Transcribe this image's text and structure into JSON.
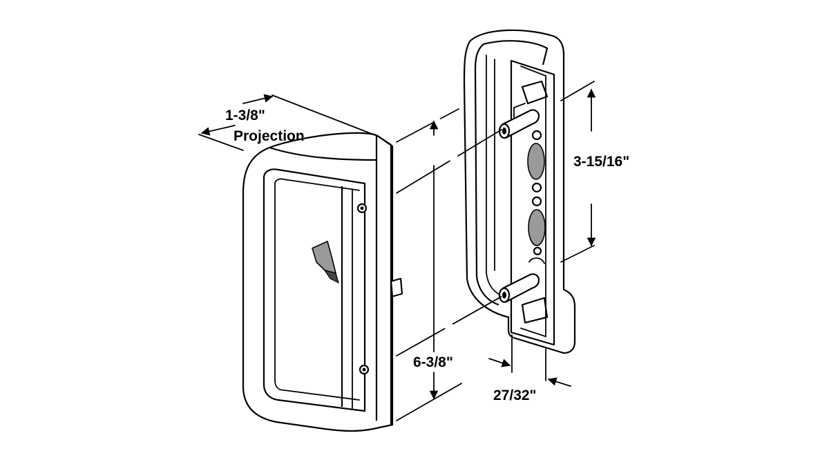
{
  "diagram": {
    "dimensions": {
      "projection_value": "1-3/8\"",
      "projection_label": "Projection",
      "hole_spacing": "3-15/16\"",
      "handle_height": "6-3/8\"",
      "thickness": "27/32\""
    },
    "colors": {
      "line": "#000000",
      "background": "#ffffff",
      "shade": "#9a9a9a"
    }
  }
}
